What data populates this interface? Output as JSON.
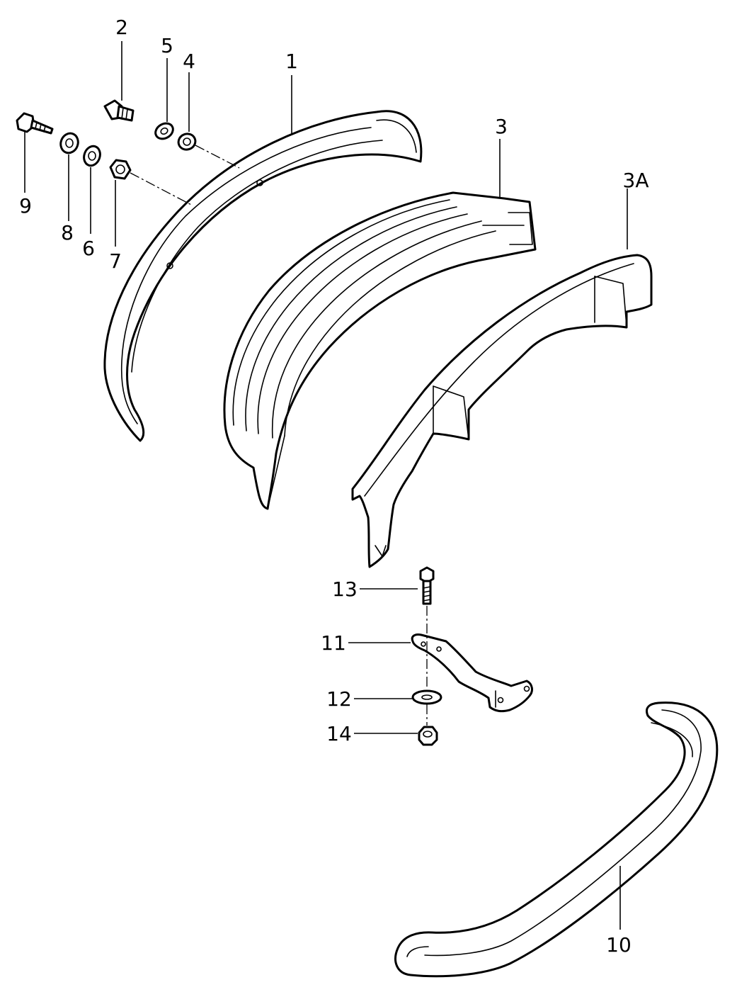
{
  "diagram": {
    "callouts": [
      {
        "id": "c1",
        "label": "1"
      },
      {
        "id": "c2",
        "label": "2"
      },
      {
        "id": "c3",
        "label": "3"
      },
      {
        "id": "c3a",
        "label": "3A"
      },
      {
        "id": "c4",
        "label": "4"
      },
      {
        "id": "c5",
        "label": "5"
      },
      {
        "id": "c6",
        "label": "6"
      },
      {
        "id": "c7",
        "label": "7"
      },
      {
        "id": "c8",
        "label": "8"
      },
      {
        "id": "c9",
        "label": "9"
      },
      {
        "id": "c10",
        "label": "10"
      },
      {
        "id": "c11",
        "label": "11"
      },
      {
        "id": "c12",
        "label": "12"
      },
      {
        "id": "c13",
        "label": "13"
      },
      {
        "id": "c14",
        "label": "14"
      }
    ]
  }
}
